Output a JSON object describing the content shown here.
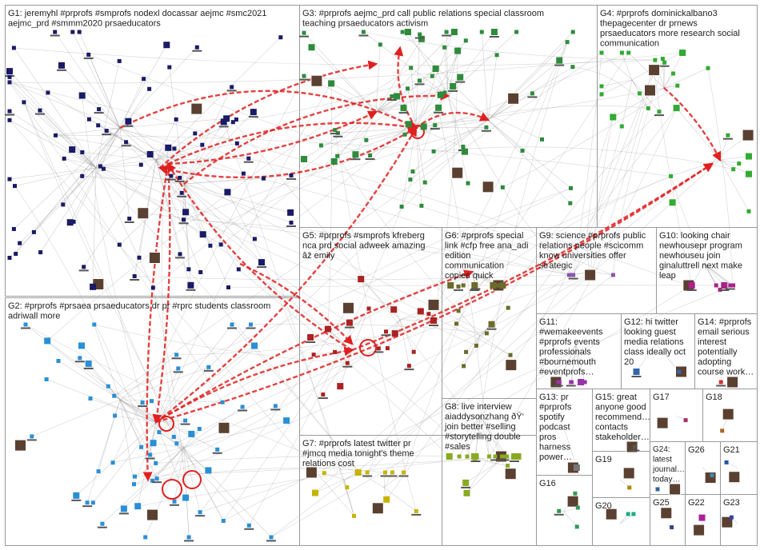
{
  "groups": [
    {
      "id": "G1",
      "lines": [
        "G1: jeremyhl #prprofs #smprofs nodexl docassar aejmc #smc2021",
        "aejmc_prd #smmm2020 prsaeducators"
      ],
      "color": "#1a1a66"
    },
    {
      "id": "G2",
      "lines": [
        "G2: #prprofs #prsaea prsaeducators dr pr #rprc students classroom",
        "adriwall more"
      ],
      "color": "#2a8fd6"
    },
    {
      "id": "G3",
      "lines": [
        "G3: #prprofs aejmc_prd call public relations special classroom",
        "teaching prsaeducators activism"
      ],
      "color": "#2e8b3c"
    },
    {
      "id": "G4",
      "lines": [
        "G4: #prprofs dominickalbano3",
        "thepagecenter dr prnews",
        "prsaeducators more research social",
        "communication"
      ],
      "color": "#33aa33"
    },
    {
      "id": "G5",
      "lines": [
        "G5: #prprofs #smprofs kfreberg",
        "nca prd social adweek amazing",
        "âž emily"
      ],
      "color": "#aa2222"
    },
    {
      "id": "G6",
      "lines": [
        "G6: #prprofs special",
        "link #cfp free ana_adi",
        "edition",
        "communication",
        "copies quick"
      ],
      "color": "#6b6b2a"
    },
    {
      "id": "G7",
      "lines": [
        "G7: #prprofs latest twitter pr",
        "#jmcq media tonight's theme",
        "relations cost"
      ],
      "color": "#c8b400"
    },
    {
      "id": "G8",
      "lines": [
        "G8: live interview",
        "aiaddysonzhang ðŸ‘",
        "join better #selling",
        "#storytelling double",
        "#sales"
      ],
      "color": "#88aa22"
    },
    {
      "id": "G9",
      "lines": [
        "G9: science #prprofs public",
        "relations people #scicomm",
        "know universities offer",
        "strategic"
      ],
      "color": "#8855aa"
    },
    {
      "id": "G10",
      "lines": [
        "G10: looking chair",
        "newhousepr program",
        "newhouseu join",
        "ginaluttrell next make",
        "leap"
      ],
      "color": "#aa2288"
    },
    {
      "id": "G11",
      "lines": [
        "G11:",
        "#wemakeevents",
        "#prprofs events",
        "professionals",
        "#bournemouth",
        "#eventprofs…"
      ],
      "color": "#9933aa"
    },
    {
      "id": "G12",
      "lines": [
        "G12: hi twitter",
        "looking guest",
        "media relations",
        "class ideally oct",
        "20"
      ],
      "color": "#3366aa"
    },
    {
      "id": "G13",
      "lines": [
        "G13: pr",
        "#prprofs",
        "spotify",
        "podcast",
        "pros",
        "harness",
        "power…"
      ],
      "color": "#777777"
    },
    {
      "id": "G14",
      "lines": [
        "G14: #prprofs",
        "email serious",
        "interest",
        "potentially",
        "adopting",
        "course work…"
      ],
      "color": "#cc3333"
    },
    {
      "id": "G15",
      "lines": [
        "G15: great",
        "anyone good",
        "recommend…",
        "contacts",
        "stakeholder…"
      ],
      "color": "#555555"
    },
    {
      "id": "G16",
      "lines": [
        "G16"
      ],
      "color": "#339955"
    },
    {
      "id": "G17",
      "lines": [
        "G17"
      ],
      "color": "#aa3366"
    },
    {
      "id": "G18",
      "lines": [
        "G18"
      ],
      "color": "#aa6622"
    },
    {
      "id": "G19",
      "lines": [
        "G19"
      ],
      "color": "#aa8800"
    },
    {
      "id": "G20",
      "lines": [
        "G20"
      ],
      "color": "#22aa88"
    },
    {
      "id": "G21",
      "lines": [
        "G21"
      ],
      "color": "#2255aa"
    },
    {
      "id": "G22",
      "lines": [
        "G22"
      ],
      "color": "#aa2299"
    },
    {
      "id": "G23",
      "lines": [
        "G23"
      ],
      "color": "#3344aa"
    },
    {
      "id": "G24",
      "lines": [
        "G24:",
        "latest",
        "journal…",
        "today…"
      ],
      "color": "#336699"
    },
    {
      "id": "G25",
      "lines": [
        "G25"
      ],
      "color": "#334488"
    },
    {
      "id": "G26",
      "lines": [
        "G26"
      ],
      "color": "#4488aa"
    }
  ],
  "edge_color": "#e02020",
  "thin_edge_color": "#9a9a9a",
  "border_color": "#9a9a9a"
}
